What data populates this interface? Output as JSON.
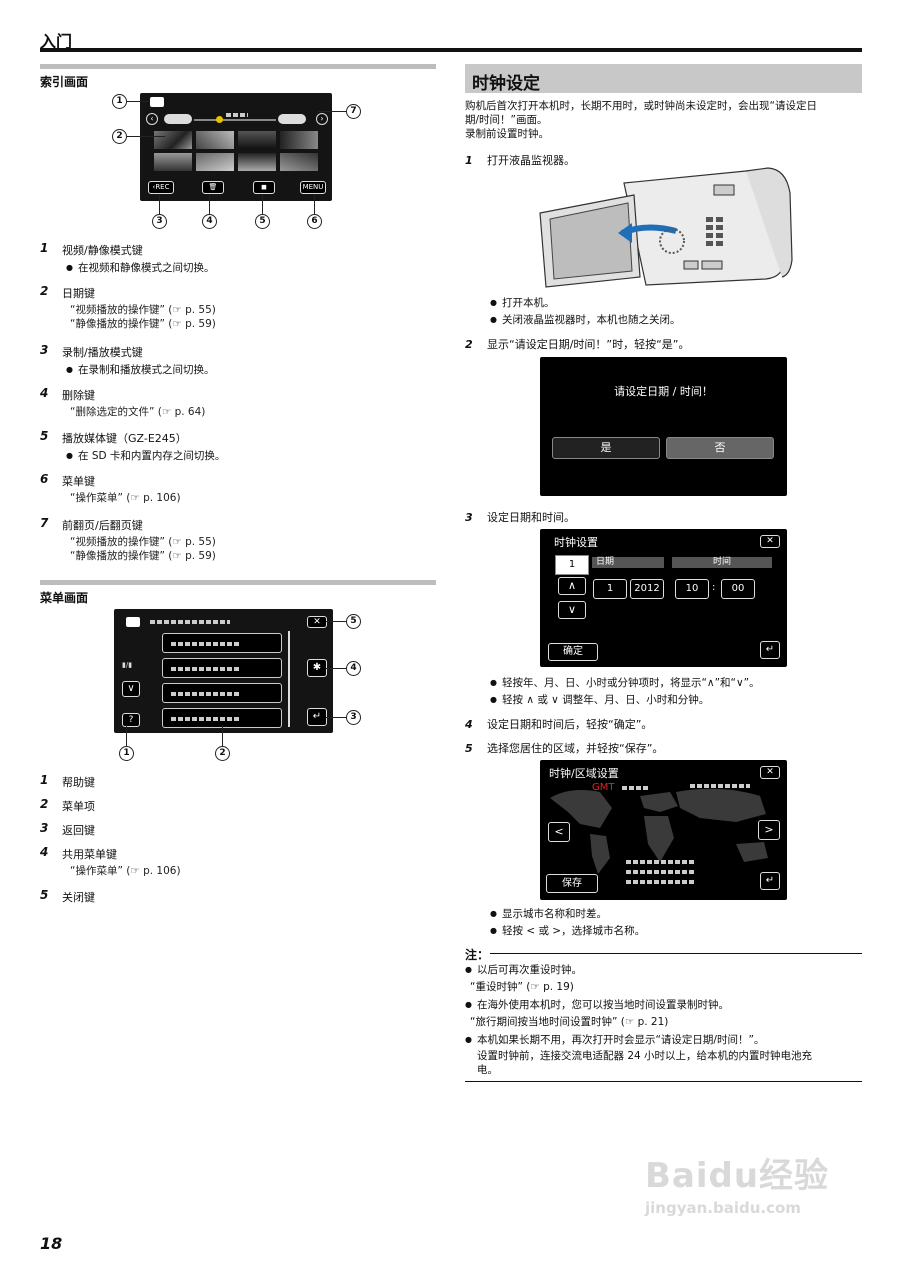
{
  "header": {
    "title": "入门"
  },
  "page_number": "18",
  "left": {
    "index_section": {
      "title": "索引画面",
      "screen": {
        "rec_button": "REC",
        "menu_button": "MENU",
        "callouts": [
          "1",
          "2",
          "3",
          "4",
          "5",
          "6",
          "7"
        ]
      },
      "items": [
        {
          "num": "1",
          "label": "视频/静像模式键",
          "bullets": [
            "在视频和静像模式之间切换。"
          ],
          "refs": []
        },
        {
          "num": "2",
          "label": "日期键",
          "bullets": [],
          "refs": [
            "“视频播放的操作键” (☞ p. 55)",
            "“静像播放的操作键” (☞ p. 59)"
          ]
        },
        {
          "num": "3",
          "label": "录制/播放模式键",
          "bullets": [
            "在录制和播放模式之间切换。"
          ],
          "refs": []
        },
        {
          "num": "4",
          "label": "删除键",
          "bullets": [],
          "refs": [
            "“删除选定的文件” (☞ p. 64)"
          ]
        },
        {
          "num": "5",
          "label": "播放媒体键（GZ-E245）",
          "bullets": [
            "在 SD 卡和内置内存之间切换。"
          ],
          "refs": []
        },
        {
          "num": "6",
          "label": "菜单键",
          "bullets": [],
          "refs": [
            "“操作菜单” (☞ p. 106)"
          ]
        },
        {
          "num": "7",
          "label": "前翻页/后翻页键",
          "bullets": [],
          "refs": [
            "“视频播放的操作键” (☞ p. 55)",
            "“静像播放的操作键” (☞ p. 59)"
          ]
        }
      ]
    },
    "menu_section": {
      "title": "菜单画面",
      "callouts": [
        "1",
        "2",
        "3",
        "4",
        "5"
      ],
      "items": [
        {
          "num": "1",
          "label": "帮助键",
          "refs": []
        },
        {
          "num": "2",
          "label": "菜单项",
          "refs": []
        },
        {
          "num": "3",
          "label": "返回键",
          "refs": []
        },
        {
          "num": "4",
          "label": "共用菜单键",
          "refs": [
            "“操作菜单” (☞ p. 106)"
          ]
        },
        {
          "num": "5",
          "label": "关闭键",
          "refs": []
        }
      ]
    }
  },
  "right": {
    "title": "时钟设定",
    "intro": [
      "购机后首次打开本机时，长期不用时，或时钟尚未设定时，会出现“请设定日",
      "期/时间！”画面。",
      "录制前设置时钟。"
    ],
    "step1": {
      "num": "1",
      "label": "打开液晶监视器。",
      "bullets": [
        "打开本机。",
        "关闭液晶监视器时，本机也随之关闭。"
      ]
    },
    "step2": {
      "num": "2",
      "label": "显示“请设定日期/时间！”时，轻按“是”。",
      "dialog": {
        "message": "请设定日期 / 时间！",
        "yes": "是",
        "no": "否"
      }
    },
    "step3": {
      "num": "3",
      "label": "设定日期和时间。",
      "screen": {
        "title": "时钟设置",
        "date_label": "日期",
        "time_label": "时间",
        "selected": "1",
        "day": "1",
        "year": "2012",
        "hour": "10",
        "minute": "00",
        "ok": "确定"
      },
      "bullets": [
        "轻按年、月、日、小时或分钟项时，将显示“∧”和“∨”。",
        "轻按 ∧ 或 ∨ 调整年、月、日、小时和分钟。"
      ]
    },
    "step4": {
      "num": "4",
      "label": "设定日期和时间后，轻按“确定”。"
    },
    "step5": {
      "num": "5",
      "label": "选择您居住的区域，并轻按“保存”。",
      "screen": {
        "title": "时钟/区域设置",
        "gmt": "GMT",
        "save": "保存"
      },
      "bullets": [
        "显示城市名称和时差。",
        "轻按 < 或 >，选择城市名称。"
      ]
    },
    "note": {
      "title": "注：",
      "items": [
        {
          "text": "以后可再次重设时钟。",
          "ref": "“重设时钟” (☞ p. 19)"
        },
        {
          "text": "在海外使用本机时，您可以按当地时间设置录制时钟。",
          "ref": "“旅行期间按当地时间设置时钟” (☞ p. 21)"
        },
        {
          "text": "本机如果长期不用，再次打开时会显示“请设定日期/时间！”。",
          "extra": [
            "设置时钟前，连接交流电适配器 24 小时以上，给本机的内置时钟电池充",
            "电。"
          ]
        }
      ]
    }
  },
  "watermark": {
    "brand": "Baidu经验",
    "url": "jingyan.baidu.com"
  }
}
